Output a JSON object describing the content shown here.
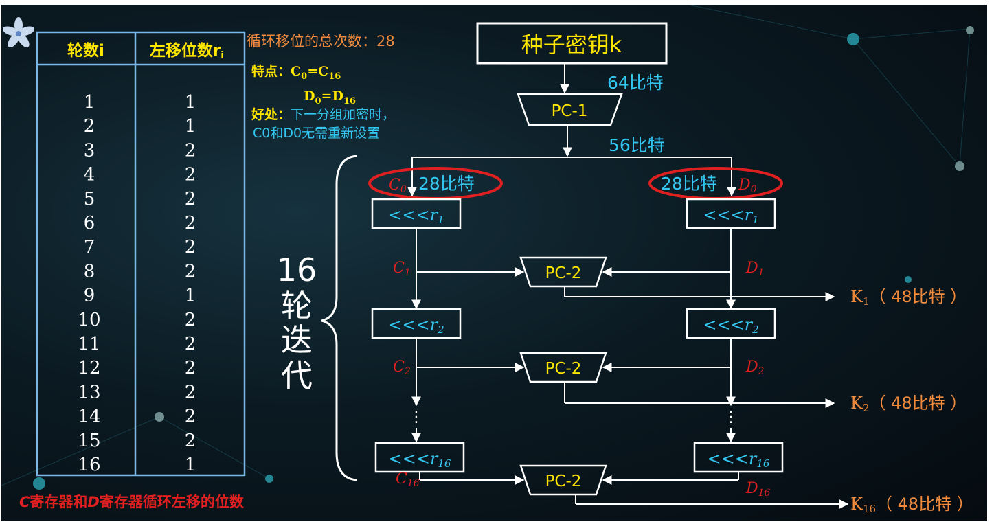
{
  "table": {
    "col_round": "轮数i",
    "col_shift": "左移位数r",
    "col_shift_sub": "i",
    "rows": [
      {
        "round": "1",
        "shift": "1"
      },
      {
        "round": "2",
        "shift": "1"
      },
      {
        "round": "3",
        "shift": "2"
      },
      {
        "round": "4",
        "shift": "2"
      },
      {
        "round": "5",
        "shift": "2"
      },
      {
        "round": "6",
        "shift": "2"
      },
      {
        "round": "7",
        "shift": "2"
      },
      {
        "round": "8",
        "shift": "2"
      },
      {
        "round": "9",
        "shift": "1"
      },
      {
        "round": "10",
        "shift": "2"
      },
      {
        "round": "11",
        "shift": "2"
      },
      {
        "round": "12",
        "shift": "2"
      },
      {
        "round": "13",
        "shift": "2"
      },
      {
        "round": "14",
        "shift": "2"
      },
      {
        "round": "15",
        "shift": "2"
      },
      {
        "round": "16",
        "shift": "1"
      }
    ],
    "caption_c": "C",
    "caption_mid": "寄存器和",
    "caption_d": "D",
    "caption_end": "寄存器循环左移的位数"
  },
  "notes": {
    "total": "循环移位的总次数：28",
    "feature_label": "特点：",
    "c_eq": "C",
    "c_sub": "0",
    "c_eq2": "=C",
    "c_sub2": "16",
    "d_eq": "D",
    "d_sub": "0",
    "d_eq2": "=D",
    "d_sub2": "16",
    "benefit_label": "好处：",
    "benefit_line1": "下一分组加密时，",
    "benefit_line2": "C0和D0无需重新设置"
  },
  "flow": {
    "seed_key": "种子密钥k",
    "bits64": "64比特",
    "pc1": "PC-1",
    "bits56": "56比特",
    "c0": "C",
    "c0_sub": "0",
    "d0": "D",
    "d0_sub": "0",
    "bits28_left": "28比特",
    "bits28_right": "28比特",
    "shift_prefix": "<<<r",
    "shift_subs": [
      "1",
      "2",
      "16"
    ],
    "pc2": "PC-2",
    "c_label": "C",
    "d_label": "D",
    "reg_subs": [
      "1",
      "2",
      "16"
    ],
    "k_label": "K",
    "k_subs": [
      "1",
      "2",
      "16"
    ],
    "k_bits": "（ 48比特 ）",
    "dots": "⋮",
    "rounds": [
      "16",
      "轮",
      "迭",
      "代"
    ]
  },
  "colors": {
    "white": "#ffffff",
    "yellow": "#ffe600",
    "cyan": "#33c6f0",
    "red": "#e02020",
    "orange": "#f08a3c",
    "table_border": "#7ab6e6"
  }
}
